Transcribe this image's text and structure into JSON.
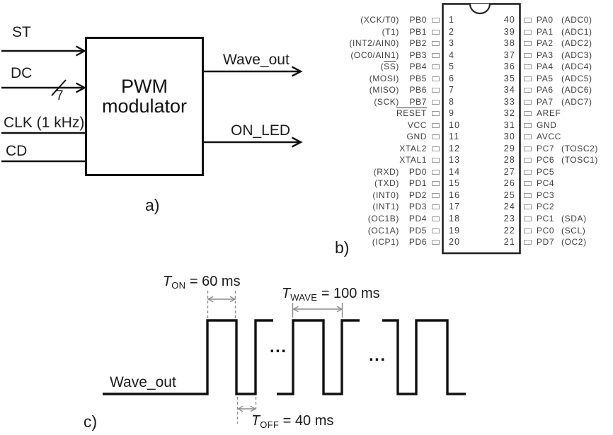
{
  "figure": {
    "panel_a": {
      "caption": "a)",
      "block": {
        "line1": "PWM",
        "line2": "modulator"
      },
      "inputs": {
        "st": "ST",
        "dc": "DC",
        "dc_bus_width": "7",
        "clk": "CLK (1 kHz)",
        "cd": "CD"
      },
      "outputs": {
        "wave_out": "Wave_out",
        "on_led": "ON_LED"
      }
    },
    "panel_b": {
      "caption": "b)",
      "left_pins": [
        {
          "n": "1",
          "func": "(XCK/T0)",
          "name": "PB0",
          "overline": ""
        },
        {
          "n": "2",
          "func": "(T1)",
          "name": "PB1",
          "overline": ""
        },
        {
          "n": "3",
          "func": "(INT2/AIN0)",
          "name": "PB2",
          "overline": ""
        },
        {
          "n": "4",
          "func": "(OC0/AIN1)",
          "name": "PB3",
          "overline": ""
        },
        {
          "n": "5",
          "func": "(SS)",
          "name": "PB4",
          "overline": "SS"
        },
        {
          "n": "6",
          "func": "(MOSI)",
          "name": "PB5",
          "overline": ""
        },
        {
          "n": "7",
          "func": "(MISO)",
          "name": "PB6",
          "overline": ""
        },
        {
          "n": "8",
          "func": "(SCK)",
          "name": "PB7",
          "overline": ""
        },
        {
          "n": "9",
          "func": "",
          "name": "RESET",
          "overline": "RESET"
        },
        {
          "n": "10",
          "func": "",
          "name": "VCC",
          "overline": ""
        },
        {
          "n": "11",
          "func": "",
          "name": "GND",
          "overline": ""
        },
        {
          "n": "12",
          "func": "",
          "name": "XTAL2",
          "overline": ""
        },
        {
          "n": "13",
          "func": "",
          "name": "XTAL1",
          "overline": ""
        },
        {
          "n": "14",
          "func": "(RXD)",
          "name": "PD0",
          "overline": ""
        },
        {
          "n": "15",
          "func": "(TXD)",
          "name": "PD1",
          "overline": ""
        },
        {
          "n": "16",
          "func": "(INT0)",
          "name": "PD2",
          "overline": ""
        },
        {
          "n": "17",
          "func": "(INT1)",
          "name": "PD3",
          "overline": ""
        },
        {
          "n": "18",
          "func": "(OC1B)",
          "name": "PD4",
          "overline": ""
        },
        {
          "n": "19",
          "func": "(OC1A)",
          "name": "PD5",
          "overline": ""
        },
        {
          "n": "20",
          "func": "(ICP1)",
          "name": "PD6",
          "overline": ""
        }
      ],
      "right_pins": [
        {
          "n": "40",
          "name": "PA0",
          "paren": "(ADC0)"
        },
        {
          "n": "39",
          "name": "PA1",
          "paren": "(ADC1)"
        },
        {
          "n": "38",
          "name": "PA2",
          "paren": "(ADC2)"
        },
        {
          "n": "37",
          "name": "PA3",
          "paren": "(ADC3)"
        },
        {
          "n": "36",
          "name": "PA4",
          "paren": "(ADC4)"
        },
        {
          "n": "35",
          "name": "PA5",
          "paren": "(ADC5)"
        },
        {
          "n": "34",
          "name": "PA6",
          "paren": "(ADC6)"
        },
        {
          "n": "33",
          "name": "PA7",
          "paren": "(ADC7)"
        },
        {
          "n": "32",
          "name": "AREF",
          "paren": ""
        },
        {
          "n": "31",
          "name": "GND",
          "paren": ""
        },
        {
          "n": "30",
          "name": "AVCC",
          "paren": ""
        },
        {
          "n": "29",
          "name": "PC7",
          "paren": "(TOSC2)"
        },
        {
          "n": "28",
          "name": "PC6",
          "paren": "(TOSC1)"
        },
        {
          "n": "27",
          "name": "PC5",
          "paren": ""
        },
        {
          "n": "26",
          "name": "PC4",
          "paren": ""
        },
        {
          "n": "25",
          "name": "PC3",
          "paren": ""
        },
        {
          "n": "24",
          "name": "PC2",
          "paren": ""
        },
        {
          "n": "23",
          "name": "PC1",
          "paren": "(SDA)"
        },
        {
          "n": "22",
          "name": "PC0",
          "paren": "(SCL)"
        },
        {
          "n": "21",
          "name": "PD7",
          "paren": "(OC2)"
        }
      ]
    },
    "panel_c": {
      "caption": "c)",
      "signal_label": "Wave_out",
      "t_on": {
        "sym": "T",
        "sub": "ON",
        "rest": " = 60 ms"
      },
      "t_wave": {
        "sym": "T",
        "sub": "WAVE",
        "rest": " = 100 ms"
      },
      "t_off": {
        "sym": "T",
        "sub": "OFF",
        "rest": " = 40 ms"
      },
      "ellipsis1": "...",
      "ellipsis2": "...",
      "timing_values": {
        "t_on_ms": 60,
        "t_wave_ms": 100,
        "t_off_ms": 40
      }
    },
    "colors": {
      "ink": "#1b1b1b",
      "pin_text": "#3d3d3d",
      "dim_gray": "#8c8c8c",
      "pin_square_border": "#999999"
    }
  }
}
